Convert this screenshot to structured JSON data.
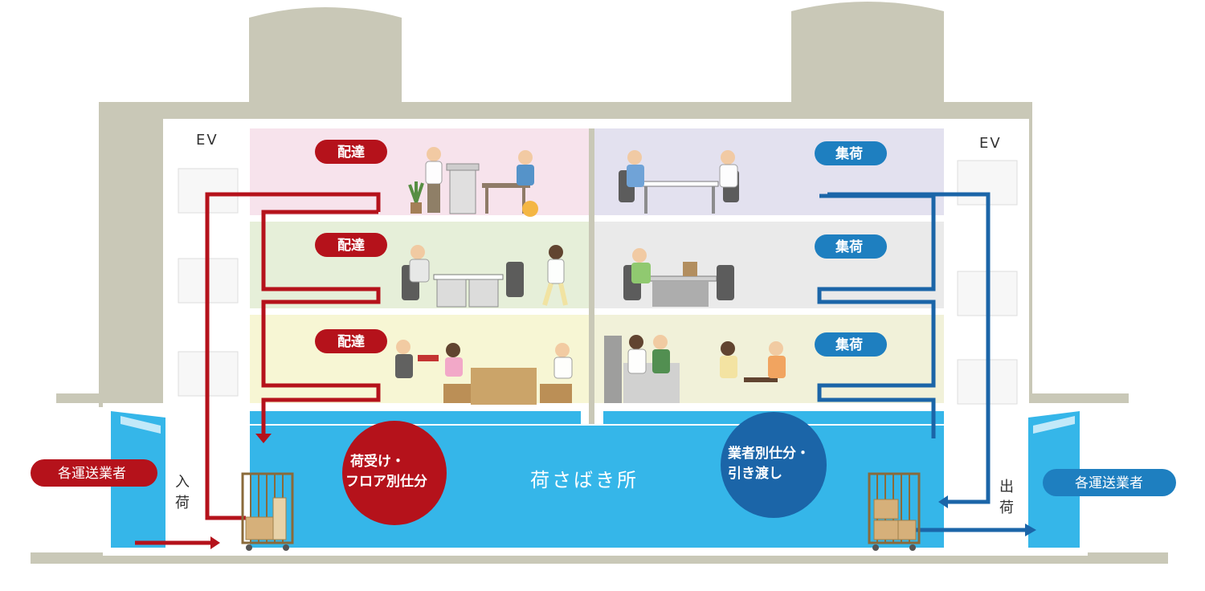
{
  "elevator": {
    "left_label": "EV",
    "right_label": "EV"
  },
  "floors": [
    {
      "left_badge": "配達",
      "right_badge": "集荷",
      "left_color": "#f7e3ec",
      "right_color": "#e3e1ef"
    },
    {
      "left_badge": "配達",
      "right_badge": "集荷",
      "left_color": "#e6efd9",
      "right_color": "#eaeaea"
    },
    {
      "left_badge": "配達",
      "right_badge": "集荷",
      "left_color": "#f7f6d4",
      "right_color": "#f1f1d9"
    }
  ],
  "ground": {
    "area_label": "荷さばき所",
    "left_circle": [
      "荷受け・",
      "フロア別仕分"
    ],
    "right_circle": [
      "業者別仕分・",
      "引き渡し"
    ]
  },
  "flows": {
    "inbound_vertical": [
      "入",
      "荷"
    ],
    "outbound_vertical": [
      "出",
      "荷"
    ],
    "left_carrier": "各運送業者",
    "right_carrier": "各運送業者"
  },
  "colors": {
    "delivery_red": "#b5121b",
    "pickup_blue": "#1b65a8",
    "pickup_badge": "#1e7fc0",
    "building_gray": "#c9c8b7",
    "ground_cyan": "#35b6e9"
  }
}
